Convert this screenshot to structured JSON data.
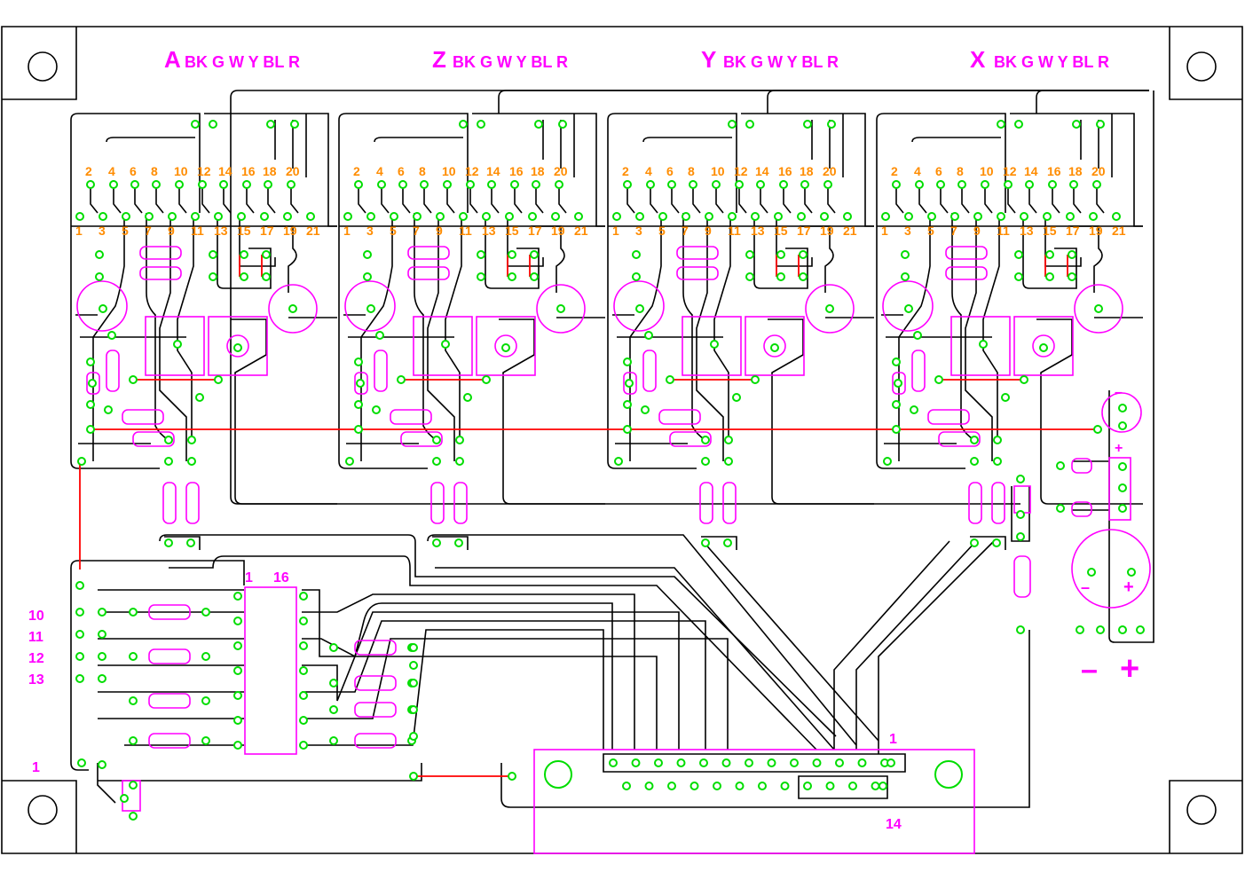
{
  "headers": [
    {
      "letter": "A",
      "colors": "BK G W  Y BL R"
    },
    {
      "letter": "Z",
      "colors": "BK G W  Y BL R"
    },
    {
      "letter": "Y",
      "colors": "BK G W  Y BL R"
    },
    {
      "letter": "X",
      "colors": "BK G W  Y BL R"
    }
  ],
  "pin_top": [
    "2",
    "4",
    "6",
    "8",
    "10",
    "12",
    "14",
    "16",
    "18",
    "20"
  ],
  "pin_bottom": [
    "1",
    "3",
    "5",
    "7",
    "9",
    "11",
    "13",
    "15",
    "17",
    "19",
    "21"
  ],
  "ic_pin_first": "1",
  "ic_pin_last": "16",
  "left_labels": [
    "10",
    "11",
    "12",
    "13"
  ],
  "pin_one_label": "1",
  "connector_first": "1",
  "connector_last": "14",
  "cap_polarity": {
    "minus": "–",
    "plus": "+"
  },
  "cap_polarity_big": {
    "minus": "–",
    "plus": "+"
  },
  "small_cap_minus": "–",
  "small_cap_plus": "+",
  "colors": {
    "pad": "#00dd00",
    "silk": "#ff00ff",
    "trace": "#000000",
    "jumper": "#ff0000",
    "label": "#ff8c00"
  }
}
